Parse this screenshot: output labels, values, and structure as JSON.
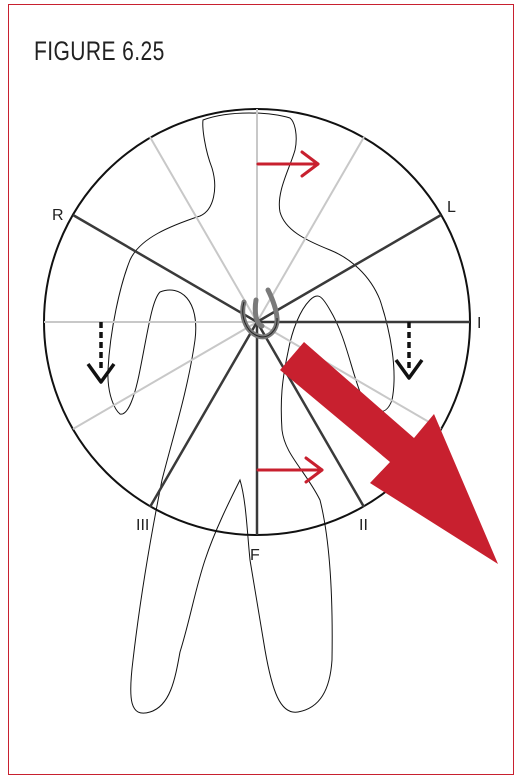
{
  "title": "FIGURE 6.25",
  "leads": {
    "R": "R",
    "L": "L",
    "I": "I",
    "II": "II",
    "III": "III",
    "F": "F"
  },
  "colors": {
    "frame": "#c8202f",
    "arrow": "#c8202f",
    "dark_line": "#3a3a3a",
    "light_line": "#c8c8c8",
    "heart": "#7a7a7a"
  },
  "icons": [
    "heart-icon",
    "mean-axis-arrow-icon",
    "right-arrow-icon",
    "down-dashed-arrow-icon"
  ]
}
